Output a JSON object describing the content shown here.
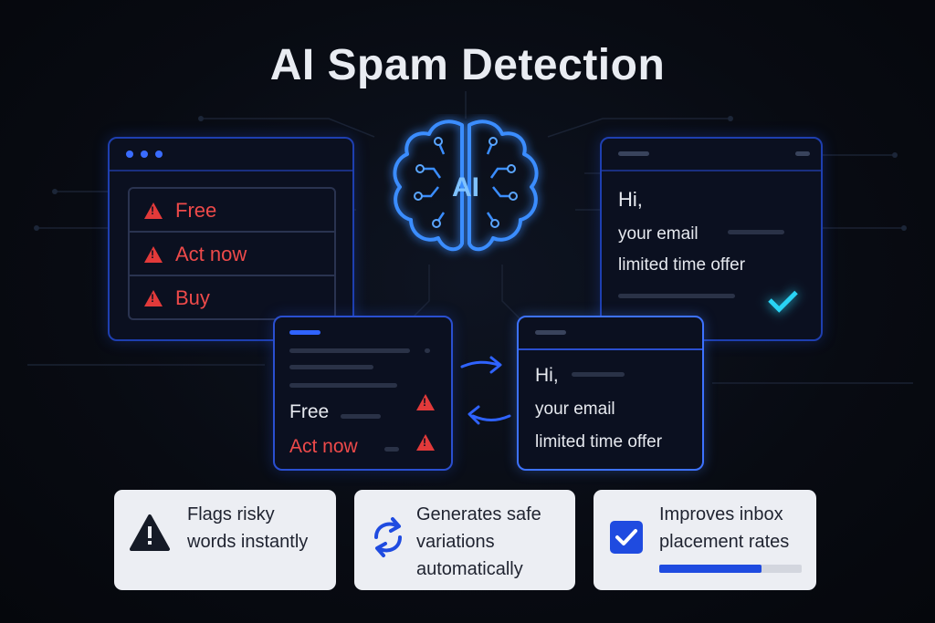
{
  "title": "AI Spam Detection",
  "brain": {
    "label": "AI",
    "icon": "brain-icon",
    "color": "#3a8dff"
  },
  "spam_panel": {
    "items": [
      {
        "label": "Free",
        "icon": "warning-icon"
      },
      {
        "label": "Act now",
        "icon": "warning-icon"
      },
      {
        "label": "Buy",
        "icon": "warning-icon"
      }
    ],
    "color": "#ee4a4a"
  },
  "safe_panel": {
    "greeting": "Hi,",
    "line1": "your email",
    "line2": "limited time offer",
    "status_icon": "check-icon"
  },
  "flagged_email": {
    "word1": "Free",
    "word2": "Act now",
    "icons": [
      "warning-icon",
      "warning-icon"
    ]
  },
  "rewritten_email": {
    "greeting": "Hi,",
    "line1": "your email",
    "line2": "limited time offer"
  },
  "features": [
    {
      "icon": "warning-icon",
      "line1": "Flags risky",
      "line2": "words instantly"
    },
    {
      "icon": "refresh-icon",
      "line1": "Generates safe",
      "line2": "variations",
      "line3": "automatically"
    },
    {
      "icon": "checkbox-icon",
      "line1": "Improves inbox",
      "line2": "placement rates",
      "progress": 0.72
    }
  ],
  "colors": {
    "accent": "#1f4be0",
    "danger": "#e23a3a",
    "success": "#29d3f5"
  }
}
